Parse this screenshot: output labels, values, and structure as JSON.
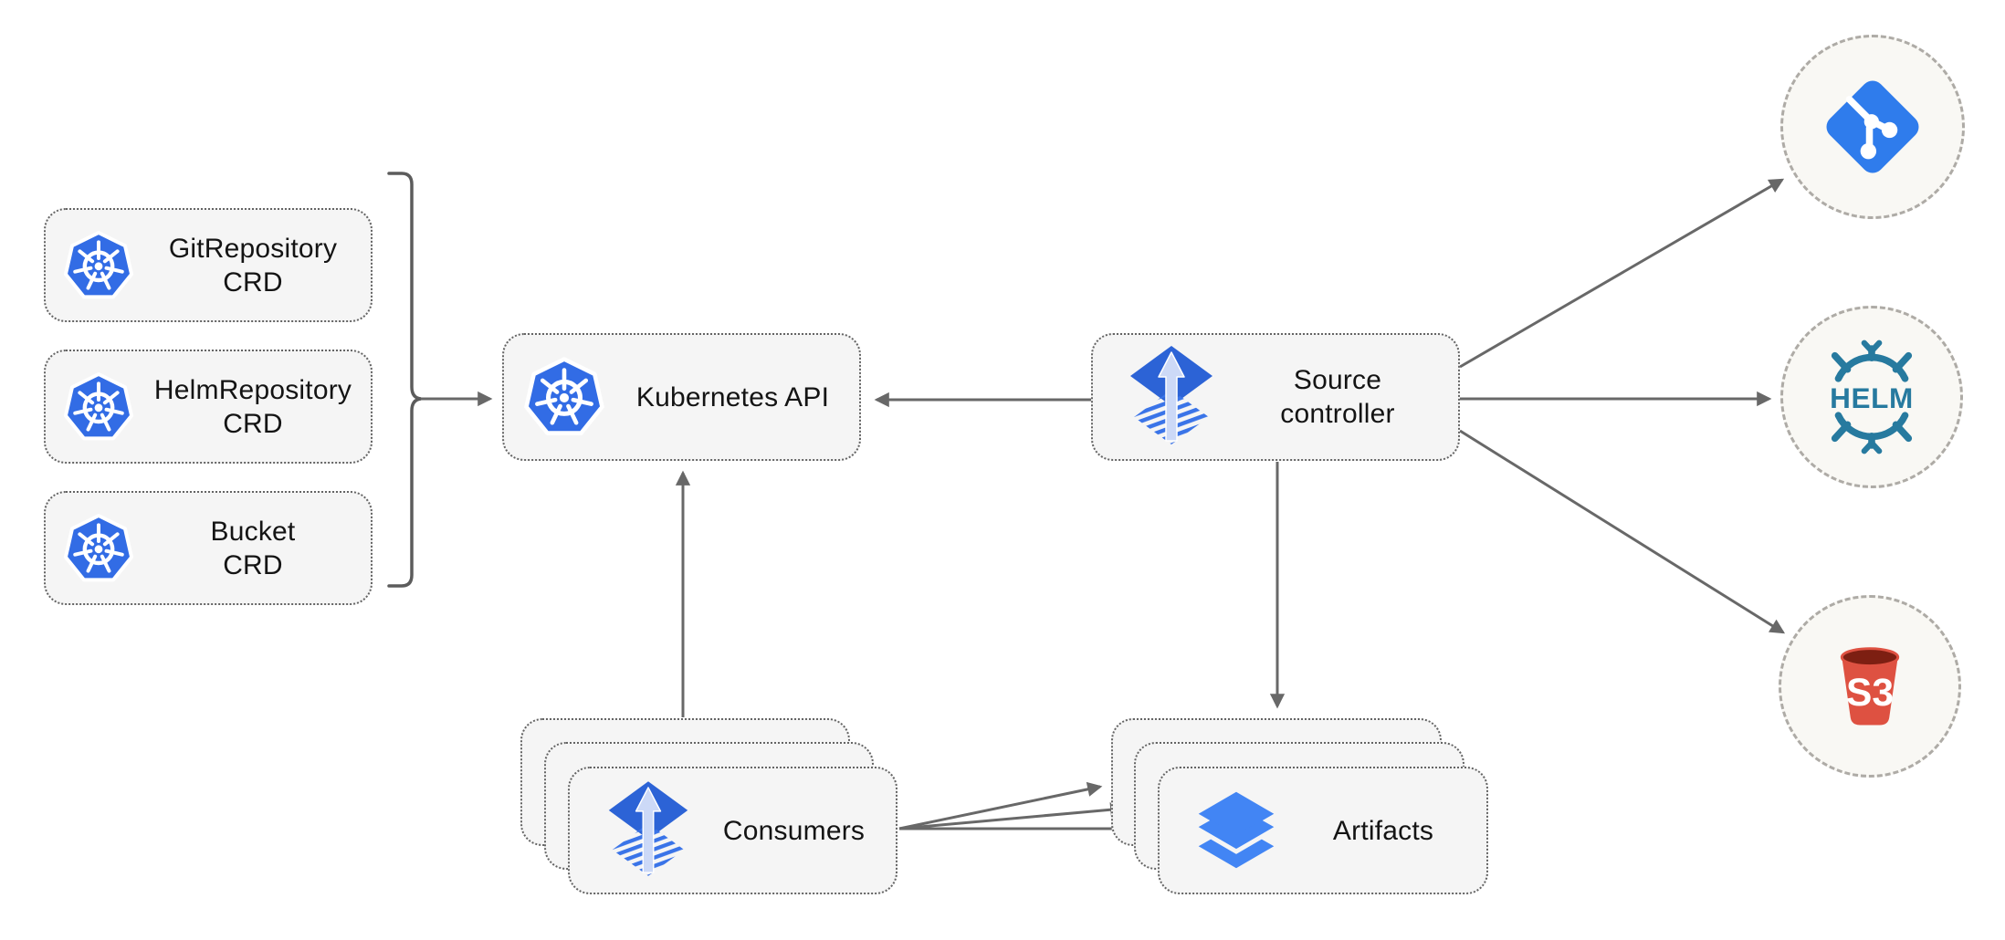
{
  "diagram": {
    "title": "Flux source-controller architecture diagram",
    "nodes": {
      "crd_git": {
        "label": "GitRepository\nCRD"
      },
      "crd_helm": {
        "label": "HelmRepository\nCRD"
      },
      "crd_bucket": {
        "label": "Bucket\nCRD"
      },
      "kubernetes_api": {
        "label": "Kubernetes API"
      },
      "source_controller": {
        "label": "Source\ncontroller"
      },
      "consumers": {
        "label": "Consumers"
      },
      "artifacts": {
        "label": "Artifacts"
      },
      "helm_registry": {
        "logo_text": "HELM"
      },
      "s3_bucket": {
        "logo_text": "S3"
      }
    },
    "icons": {
      "kubernetes": "kubernetes-wheel-icon",
      "flux": "flux-diamond-arrow-icon",
      "git": "git-branch-diamond-icon",
      "helm": "helm-ship-wheel-icon",
      "s3": "s3-bucket-icon",
      "layers": "stacked-layers-icon"
    },
    "colors": {
      "kubernetes_blue": "#326CE5",
      "flux_blue": "#2c63d6",
      "git_blue": "#2f7cec",
      "helm_teal": "#277A9F",
      "s3_red": "#DE5141",
      "s3_dark_red": "#7D1F12",
      "layers_blue": "#4285F4",
      "box_fill": "#f5f5f5",
      "box_border": "#646464",
      "arrow_gray": "#686868",
      "circle_fill": "#f9f8f4"
    }
  }
}
